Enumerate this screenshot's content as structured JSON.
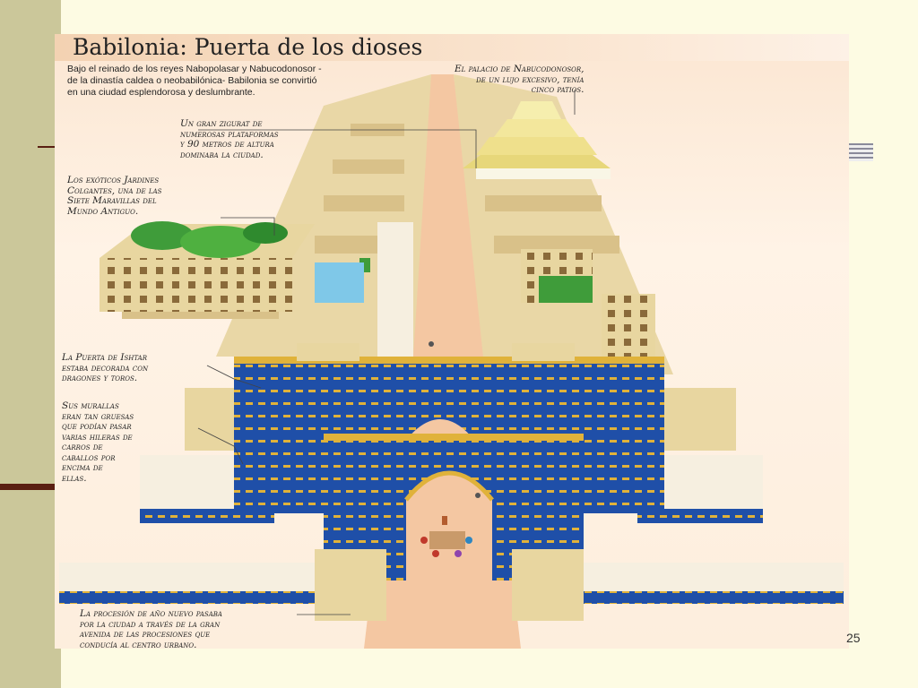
{
  "slide": {
    "page_number": "25"
  },
  "figure": {
    "title": "Babilonia: Puerta de los dioses",
    "intro": "Bajo el reinado de los reyes Nabopolasar y Nabucodonosor -de la dinastía caldea o neobabilónica- Babilonia se convirtió en una ciudad esplendorosa y deslumbrante.",
    "captions": {
      "palace": "El palacio de Nabucodonosor,\nde un lujo excesivo, tenía\ncinco patios.",
      "ziggurat": "Un gran zigurat de\nnumerosas plataformas\ny 90 metros de altura\ndominaba la ciudad.",
      "gardens": "Los exóticos Jardines\nColgantes, una de las\nSiete Maravillas del\nMundo Antiguo.",
      "ishtar": "La Puerta de Ishtar\nestaba decorada con\ndragones y toros.",
      "walls": "Sus murallas\neran tan gruesas\nque podían pasar\nvarias hileras de\ncarros de\ncaballos por\nencima de\nellas.",
      "procession": "La procesión de año nuevo pasaba\npor la ciudad a través de la gran\navenida de las procesiones que\nconducía al centro urbano."
    }
  },
  "colors": {
    "gate_blue": "#1f4fa8",
    "stone": "#e8d6a0",
    "gold": "#e0b23a",
    "garden_green": "#3f9c3a",
    "background": "#fdfbe3"
  }
}
